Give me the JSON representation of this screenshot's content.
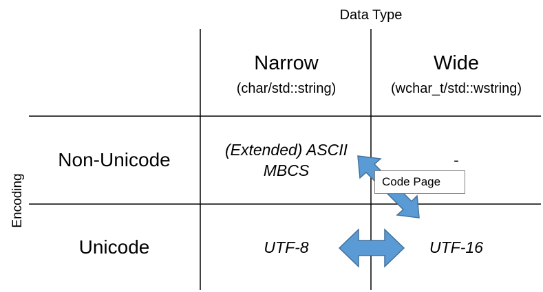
{
  "diagram": {
    "x_axis_label": "Data Type",
    "y_axis_label": "Encoding",
    "columns": [
      {
        "title": "Narrow",
        "subtitle": "(char/std::string)"
      },
      {
        "title": "Wide",
        "subtitle": "(wchar_t/std::wstring)"
      }
    ],
    "rows": [
      {
        "title": "Non-Unicode",
        "narrow_lines": [
          "(Extended) ASCII",
          "MBCS"
        ],
        "wide": "-"
      },
      {
        "title": "Unicode",
        "narrow": "UTF-8",
        "wide": "UTF-16"
      }
    ],
    "conversions": [
      {
        "label": "Code Page"
      }
    ],
    "colors": {
      "grid_line": "#000000",
      "arrow_fill": "#5b9bd5",
      "arrow_stroke": "#41719c",
      "callout_border": "#7f7f7f"
    }
  }
}
